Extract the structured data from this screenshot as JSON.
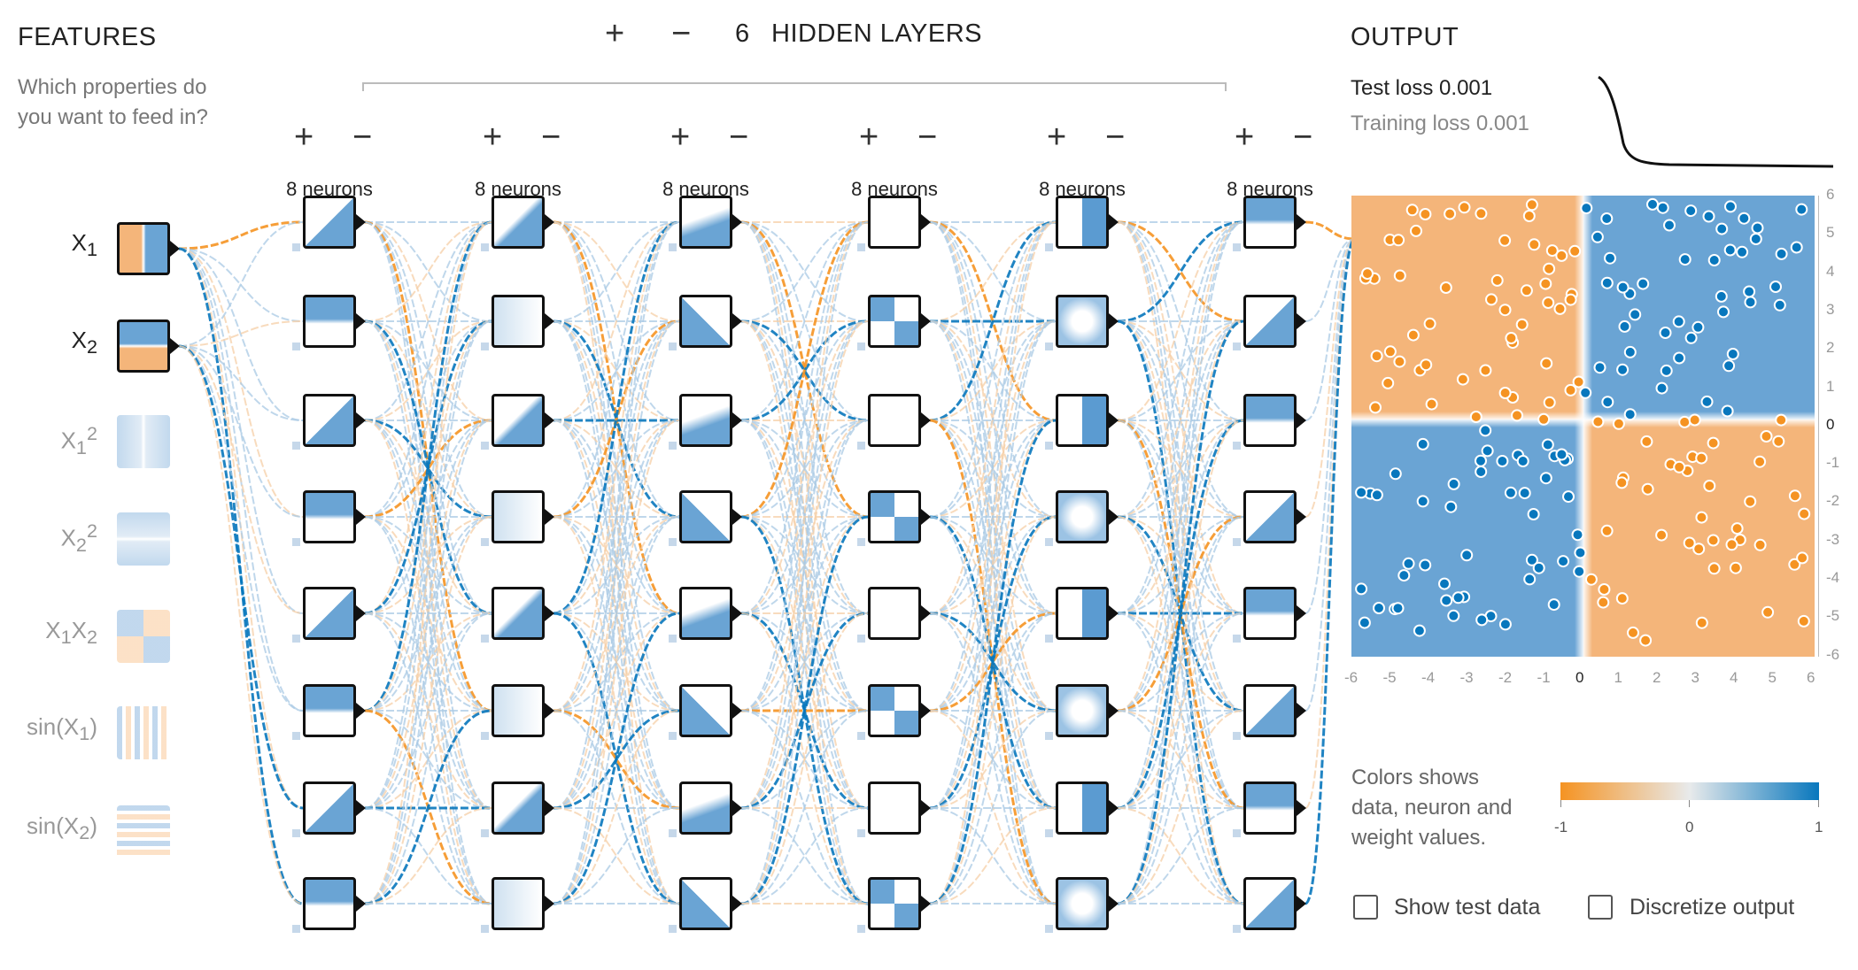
{
  "features": {
    "title": "FEATURES",
    "subtitle_line1": "Which properties do",
    "subtitle_line2": "you want to feed in?",
    "items": [
      {
        "base": "X",
        "sub": "1",
        "sup": "",
        "active": true
      },
      {
        "base": "X",
        "sub": "2",
        "sup": "",
        "active": true
      },
      {
        "base": "X",
        "sub": "1",
        "sup": "2",
        "active": false
      },
      {
        "base": "X",
        "sub": "2",
        "sup": "2",
        "active": false
      },
      {
        "base": "X",
        "sub": "1",
        "sup": "",
        "base2": "X",
        "sub2": "2",
        "active": false
      },
      {
        "base": "sin(X",
        "sub": "1",
        "sup": "",
        "close": ")",
        "active": false
      },
      {
        "base": "sin(X",
        "sub": "2",
        "sup": "",
        "close": ")",
        "active": false
      }
    ]
  },
  "network": {
    "add_layer": "+",
    "remove_layer": "−",
    "num_layers": "6",
    "layers_label": "HIDDEN LAYERS",
    "add_neuron": "+",
    "remove_neuron": "−",
    "layers": [
      {
        "neurons_label": "8 neurons"
      },
      {
        "neurons_label": "8 neurons"
      },
      {
        "neurons_label": "8 neurons"
      },
      {
        "neurons_label": "8 neurons"
      },
      {
        "neurons_label": "8 neurons"
      },
      {
        "neurons_label": "8 neurons"
      }
    ]
  },
  "output": {
    "title": "OUTPUT",
    "test_loss_label": "Test loss",
    "test_loss_value": "0.001",
    "training_loss_label": "Training loss",
    "training_loss_value": "0.001",
    "x_ticks": [
      "-6",
      "-5",
      "-4",
      "-3",
      "-2",
      "-1",
      "0",
      "1",
      "2",
      "3",
      "4",
      "5",
      "6"
    ],
    "y_ticks": [
      "6",
      "5",
      "4",
      "3",
      "2",
      "1",
      "0",
      "-1",
      "-2",
      "-3",
      "-4",
      "-5",
      "-6"
    ]
  },
  "legend": {
    "line1": "Colors shows",
    "line2": "data, neuron and",
    "line3": "weight values.",
    "min": "-1",
    "mid": "0",
    "max": "1"
  },
  "controls": {
    "show_test_data": "Show test data",
    "discretize_output": "Discretize output"
  },
  "colors": {
    "orange": "#f59322",
    "blue": "#0877bd",
    "orange_region": "#f4b57a",
    "blue_region": "#6aa4d4"
  }
}
